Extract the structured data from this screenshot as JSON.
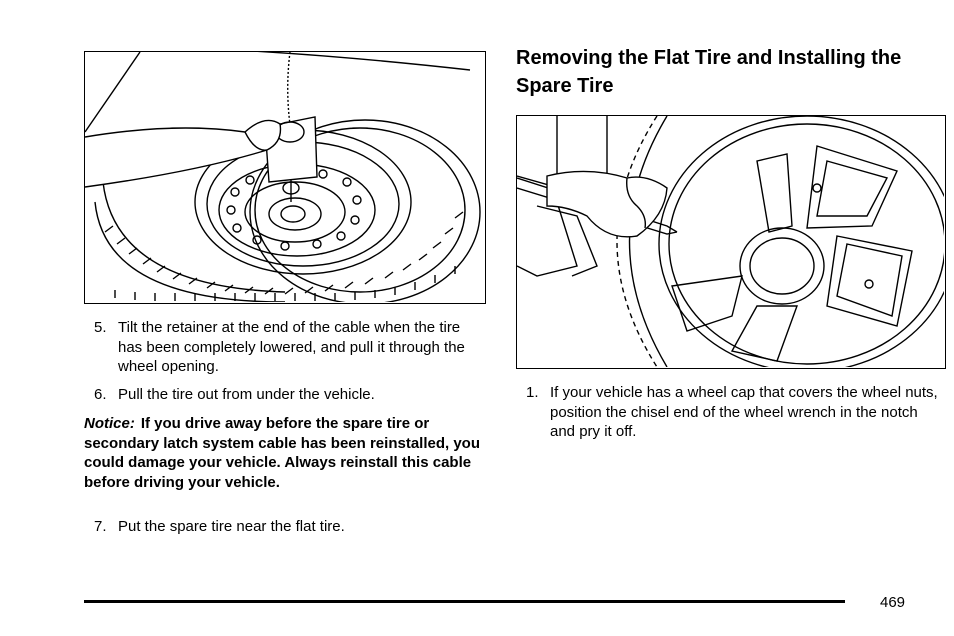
{
  "left_column": {
    "steps_a": [
      {
        "number": "5.",
        "text": "Tilt the retainer at the end of the cable when the tire has been completely lowered, and pull it through the wheel opening."
      },
      {
        "number": "6.",
        "text": "Pull the tire out from under the vehicle."
      }
    ],
    "notice": {
      "label": "Notice:",
      "text": "If you drive away before the spare tire or secondary latch system cable has been reinstalled, you could damage your vehicle. Always reinstall this cable before driving your vehicle."
    },
    "steps_b": [
      {
        "number": "7.",
        "text": "Put the spare tire near the flat tire."
      }
    ]
  },
  "right_column": {
    "title": "Removing the Flat Tire and Installing the Spare Tire",
    "steps": [
      {
        "number": "1.",
        "text": "If your vehicle has a wheel cap that covers the wheel nuts, position the chisel end of the wheel wrench in the notch and pry it off."
      }
    ]
  },
  "footer": {
    "page_number": "469"
  }
}
